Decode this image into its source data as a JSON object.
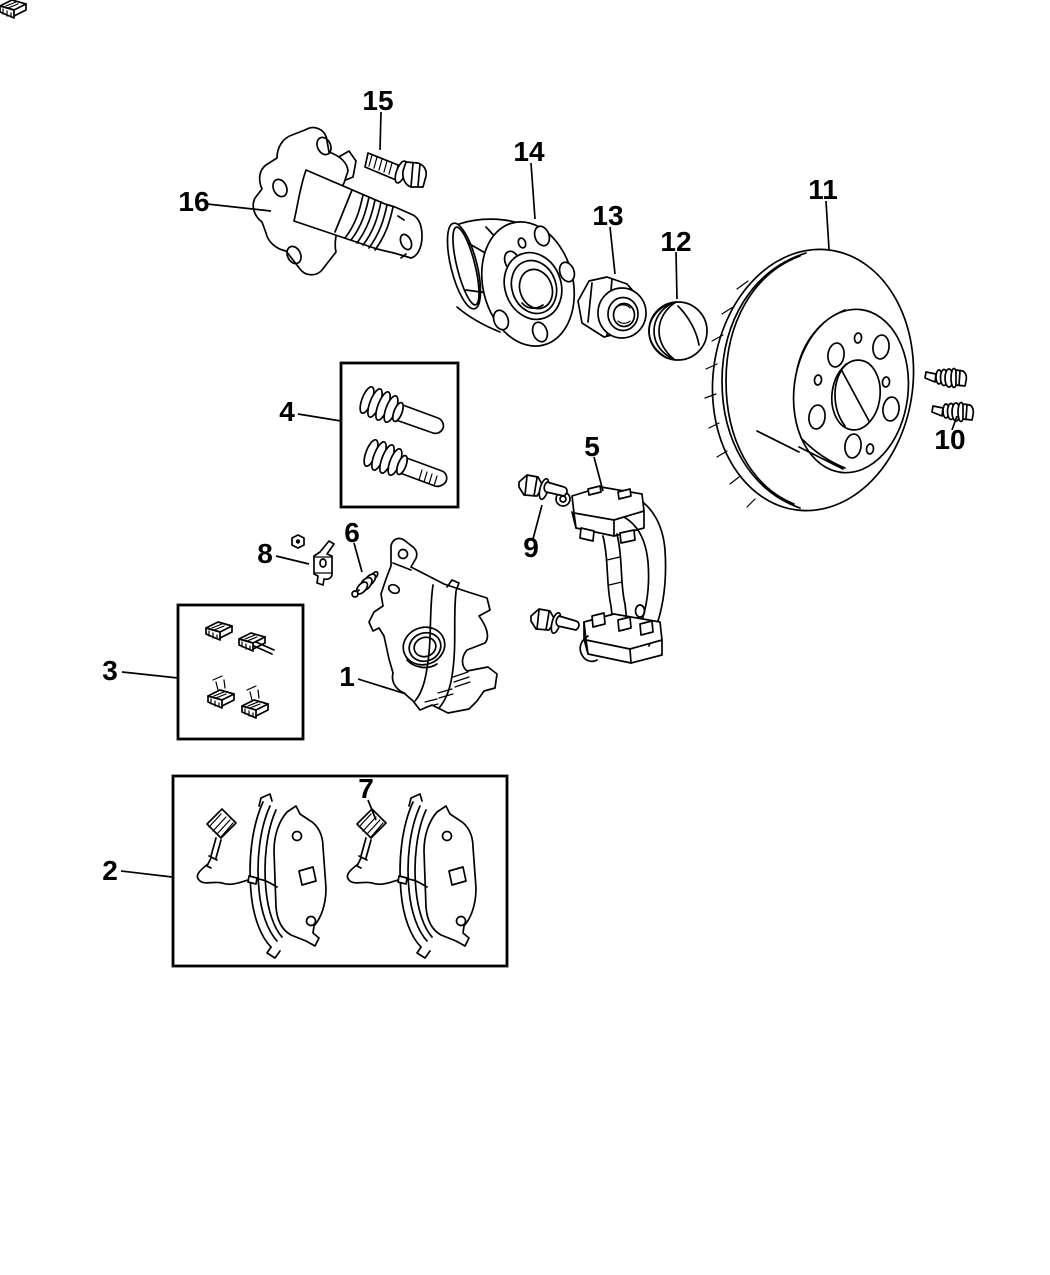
{
  "diagram": {
    "background_color": "#ffffff",
    "line_color": "#000000",
    "callouts": [
      {
        "label": "1"
      },
      {
        "label": "2"
      },
      {
        "label": "3"
      },
      {
        "label": "4"
      },
      {
        "label": "5"
      },
      {
        "label": "6"
      },
      {
        "label": "7"
      },
      {
        "label": "8"
      },
      {
        "label": "9"
      },
      {
        "label": "10"
      },
      {
        "label": "11"
      },
      {
        "label": "12"
      },
      {
        "label": "13"
      },
      {
        "label": "14"
      },
      {
        "label": "15"
      },
      {
        "label": "16"
      }
    ]
  }
}
